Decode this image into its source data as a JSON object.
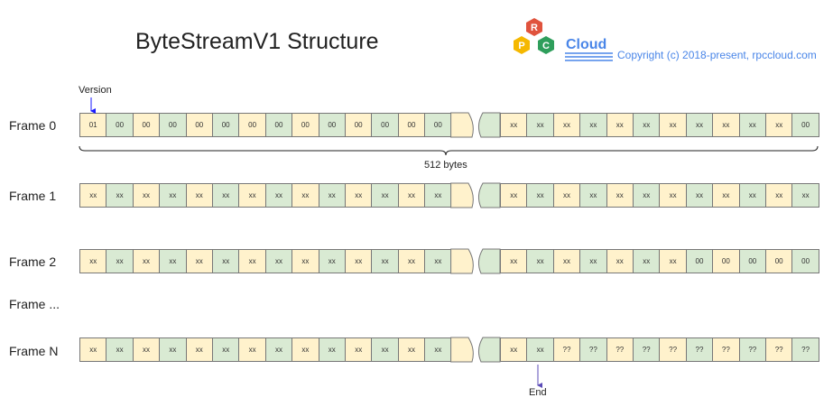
{
  "title": "ByteStreamV1 Structure",
  "logo": {
    "letters": [
      "R",
      "P",
      "C"
    ],
    "text": "Cloud",
    "colors": {
      "r": "#e0533d",
      "p": "#f5b800",
      "c": "#2e9e5b",
      "text": "#4a86e8"
    }
  },
  "copyright": "Copyright (c) 2018-present, rpccloud.com",
  "colors": {
    "yellow": "#fff2cc",
    "green": "#d9ead3",
    "accent": "#1a1aff"
  },
  "annotations": {
    "version": "Version",
    "size": "512 bytes",
    "end": "End"
  },
  "frames": [
    {
      "label": "Frame 0",
      "left": [
        "01",
        "00",
        "00",
        "00",
        "00",
        "00",
        "00",
        "00",
        "00",
        "00",
        "00",
        "00",
        "00",
        "00"
      ],
      "right": [
        "xx",
        "xx",
        "xx",
        "xx",
        "xx",
        "xx",
        "xx",
        "xx",
        "xx",
        "xx",
        "xx",
        "00"
      ]
    },
    {
      "label": "Frame 1",
      "left": [
        "xx",
        "xx",
        "xx",
        "xx",
        "xx",
        "xx",
        "xx",
        "xx",
        "xx",
        "xx",
        "xx",
        "xx",
        "xx",
        "xx"
      ],
      "right": [
        "xx",
        "xx",
        "xx",
        "xx",
        "xx",
        "xx",
        "xx",
        "xx",
        "xx",
        "xx",
        "xx",
        "xx"
      ]
    },
    {
      "label": "Frame 2",
      "left": [
        "xx",
        "xx",
        "xx",
        "xx",
        "xx",
        "xx",
        "xx",
        "xx",
        "xx",
        "xx",
        "xx",
        "xx",
        "xx",
        "xx"
      ],
      "right": [
        "xx",
        "xx",
        "xx",
        "xx",
        "xx",
        "xx",
        "xx",
        "00",
        "00",
        "00",
        "00",
        "00"
      ]
    },
    {
      "label": "Frame ...",
      "left": [],
      "right": []
    },
    {
      "label": "Frame N",
      "left": [
        "xx",
        "xx",
        "xx",
        "xx",
        "xx",
        "xx",
        "xx",
        "xx",
        "xx",
        "xx",
        "xx",
        "xx",
        "xx",
        "xx"
      ],
      "right": [
        "xx",
        "xx",
        "??",
        "??",
        "??",
        "??",
        "??",
        "??",
        "??",
        "??",
        "??",
        "??"
      ]
    }
  ]
}
